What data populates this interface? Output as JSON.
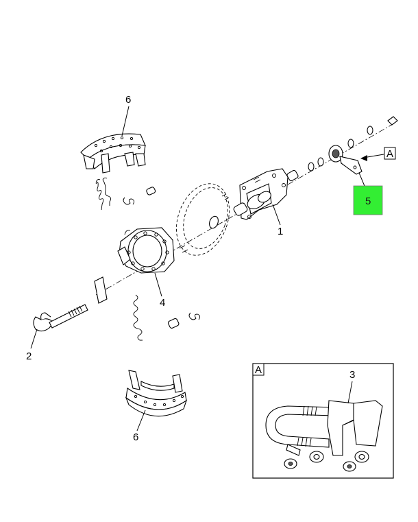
{
  "callouts": {
    "c1": "1",
    "c2": "2",
    "c3": "3",
    "c4": "4",
    "c5": "5",
    "c6_top": "6",
    "c6_bottom": "6"
  },
  "view_label": "A",
  "inset_label": "A",
  "colors": {
    "highlight": "#33ee33",
    "line": "#000000",
    "background": "#ffffff"
  }
}
